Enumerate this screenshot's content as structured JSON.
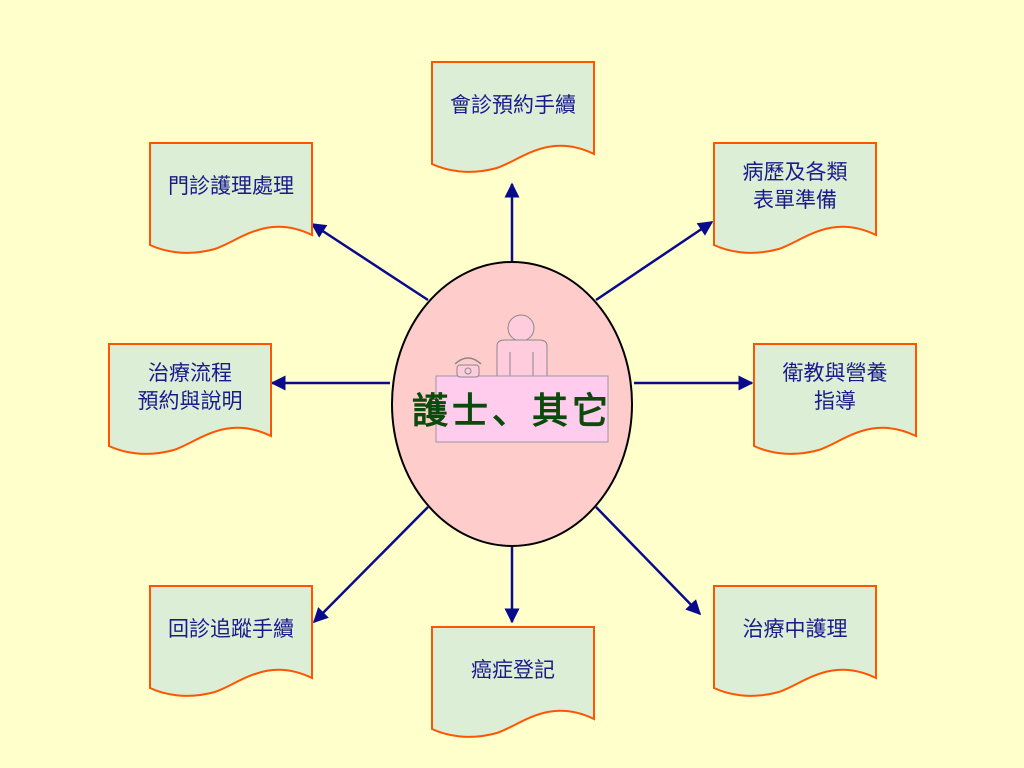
{
  "center": {
    "title": "護士、其它"
  },
  "nodes": [
    {
      "id": "consult",
      "label": "會診預約手續"
    },
    {
      "id": "records",
      "label": "病歷及各類\n表單準備"
    },
    {
      "id": "education",
      "label": "衛教與營養\n指導"
    },
    {
      "id": "treatment-care",
      "label": "治療中護理"
    },
    {
      "id": "cancer-registry",
      "label": "癌症登記"
    },
    {
      "id": "followup",
      "label": "回診追蹤手續"
    },
    {
      "id": "schedule",
      "label": "治療流程\n預約與說明"
    },
    {
      "id": "outpatient",
      "label": "門診護理處理"
    }
  ],
  "colors": {
    "background": "#ffffcc",
    "doc_fill": "#dcefd6",
    "doc_border": "#ff5500",
    "arrow": "#0a0a8c",
    "ellipse_fill": "#ffcccc",
    "label_text": "#1a1a8c",
    "title_text": "#0a4a0a"
  }
}
